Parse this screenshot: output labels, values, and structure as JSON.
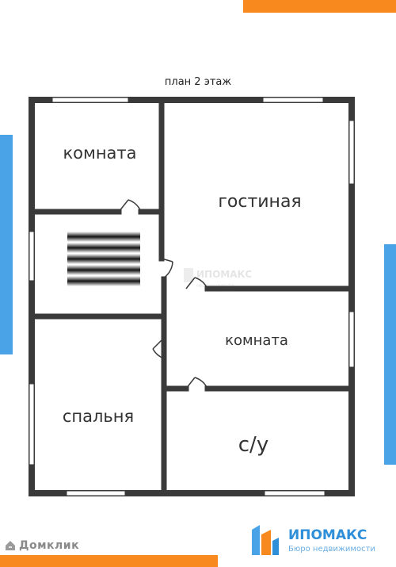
{
  "plan": {
    "title": "план 2 этаж",
    "rooms": {
      "room_top_left": "комната",
      "living_room": "гостиная",
      "room_right": "комната",
      "bedroom": "спальня",
      "bathroom": "с/у"
    }
  },
  "watermark": {
    "left_text": "Домклик",
    "center_text": "ИПОМАКС",
    "center_sub": "недвижимости"
  },
  "brand": {
    "name": "ИПОМАКС",
    "subtitle": "Бюро недвижимости"
  },
  "colors": {
    "orange_accent": "#f7891f",
    "blue_accent": "#4aa3e6",
    "wall": "#3a3a3a",
    "brand_blue": "#2f8fd8"
  }
}
